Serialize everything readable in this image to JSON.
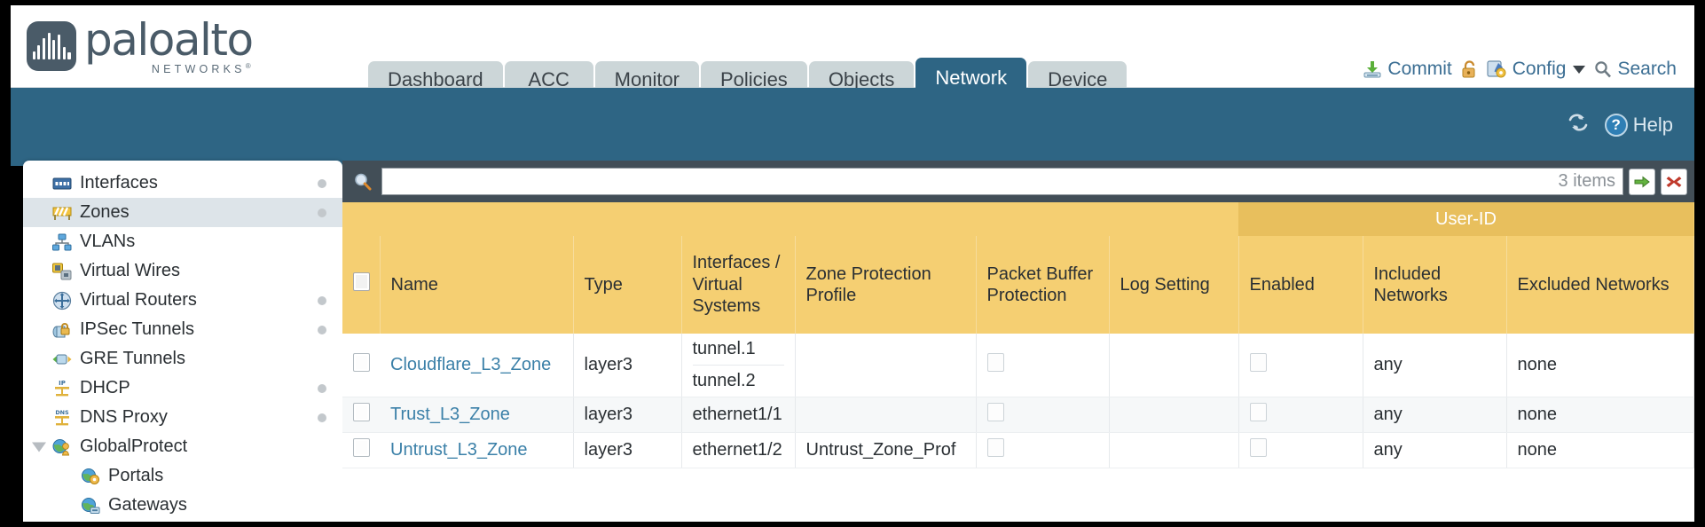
{
  "brand": {
    "name": "paloalto",
    "tagline": "NETWORKS",
    "registered": "®"
  },
  "nav": {
    "tabs": [
      {
        "label": "Dashboard",
        "active": false
      },
      {
        "label": "ACC",
        "active": false
      },
      {
        "label": "Monitor",
        "active": false
      },
      {
        "label": "Policies",
        "active": false
      },
      {
        "label": "Objects",
        "active": false
      },
      {
        "label": "Network",
        "active": true
      },
      {
        "label": "Device",
        "active": false
      }
    ]
  },
  "tools": {
    "commit_label": "Commit",
    "commit_icon": "commit-save-icon",
    "lock_icon": "lock-icon",
    "config_label": "Config",
    "config_icon": "config-wrench-icon",
    "config_caret": "chevron-down-icon",
    "search_label": "Search",
    "search_icon": "search-icon"
  },
  "teal_bar": {
    "refresh_icon": "refresh-icon",
    "help_label": "Help",
    "help_badge": "?"
  },
  "sidebar": {
    "items": [
      {
        "label": "Interfaces",
        "icon": "interfaces-icon",
        "selected": false,
        "dot": true,
        "child": false,
        "expander": false
      },
      {
        "label": "Zones",
        "icon": "zones-icon",
        "selected": true,
        "dot": true,
        "child": false,
        "expander": false
      },
      {
        "label": "VLANs",
        "icon": "vlans-icon",
        "selected": false,
        "dot": false,
        "child": false,
        "expander": false
      },
      {
        "label": "Virtual Wires",
        "icon": "virtual-wires-icon",
        "selected": false,
        "dot": false,
        "child": false,
        "expander": false
      },
      {
        "label": "Virtual Routers",
        "icon": "virtual-routers-icon",
        "selected": false,
        "dot": true,
        "child": false,
        "expander": false
      },
      {
        "label": "IPSec Tunnels",
        "icon": "ipsec-tunnels-icon",
        "selected": false,
        "dot": true,
        "child": false,
        "expander": false
      },
      {
        "label": "GRE Tunnels",
        "icon": "gre-tunnels-icon",
        "selected": false,
        "dot": false,
        "child": false,
        "expander": false
      },
      {
        "label": "DHCP",
        "icon": "dhcp-icon",
        "selected": false,
        "dot": true,
        "child": false,
        "expander": false
      },
      {
        "label": "DNS Proxy",
        "icon": "dns-proxy-icon",
        "selected": false,
        "dot": true,
        "child": false,
        "expander": false
      },
      {
        "label": "GlobalProtect",
        "icon": "globalprotect-icon",
        "selected": false,
        "dot": false,
        "child": false,
        "expander": true
      },
      {
        "label": "Portals",
        "icon": "portals-icon",
        "selected": false,
        "dot": false,
        "child": true,
        "expander": false
      },
      {
        "label": "Gateways",
        "icon": "gateways-icon",
        "selected": false,
        "dot": false,
        "child": true,
        "expander": false
      }
    ]
  },
  "search": {
    "icon": "search-magnifier-icon",
    "value": "",
    "placeholder": "",
    "item_count": "3 items",
    "apply_icon": "apply-arrow-icon",
    "clear_icon": "clear-x-icon"
  },
  "table": {
    "group_header": {
      "label": "User-ID",
      "span": 3
    },
    "columns": [
      "Name",
      "Type",
      "Interfaces / Virtual Systems",
      "Zone Protection Profile",
      "Packet Buffer Protection",
      "Log Setting",
      "Enabled",
      "Included Networks",
      "Excluded Networks"
    ],
    "rows": [
      {
        "name": "Cloudflare_L3_Zone",
        "type": "layer3",
        "interfaces": [
          "tunnel.1",
          "tunnel.2"
        ],
        "zone_protection_profile": "",
        "packet_buffer_protection": false,
        "log_setting": "",
        "userid_enabled": false,
        "included_networks": "any",
        "excluded_networks": "none"
      },
      {
        "name": "Trust_L3_Zone",
        "type": "layer3",
        "interfaces": [
          "ethernet1/1"
        ],
        "zone_protection_profile": "",
        "packet_buffer_protection": false,
        "log_setting": "",
        "userid_enabled": false,
        "included_networks": "any",
        "excluded_networks": "none"
      },
      {
        "name": "Untrust_L3_Zone",
        "type": "layer3",
        "interfaces": [
          "ethernet1/2"
        ],
        "zone_protection_profile": "Untrust_Zone_Prof",
        "packet_buffer_protection": false,
        "log_setting": "",
        "userid_enabled": false,
        "included_networks": "any",
        "excluded_networks": "none"
      }
    ]
  },
  "colors": {
    "brand_teal": "#2e6584",
    "header_gold": "#f5cf72",
    "group_gold": "#e8bf5d",
    "tab_inactive": "#ccd6d8",
    "link_blue": "#3b80a8",
    "searchbar_dark": "#424e57"
  }
}
